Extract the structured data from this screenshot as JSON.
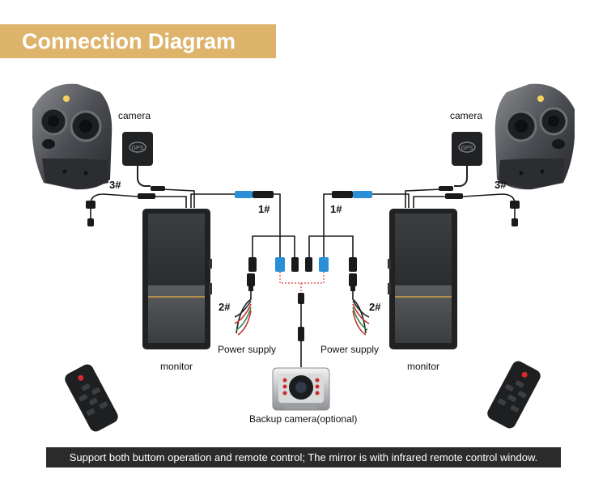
{
  "title": "Connection Diagram",
  "labels": {
    "camera_left": "camera",
    "camera_right": "camera",
    "monitor_left": "monitor",
    "monitor_right": "monitor",
    "power_left": "Power supply",
    "power_right": "Power supply",
    "backup_camera": "Backup camera(optional)"
  },
  "cable_numbers": {
    "one_left": "1#",
    "one_right": "1#",
    "two_left": "2#",
    "two_right": "2#",
    "three_left": "3#",
    "three_right": "3#"
  },
  "gps_badge": "GPS",
  "footer": "Support both buttom operation and remote control; The mirror is with infrared remote control window.",
  "colors": {
    "banner": "#deb46c",
    "footer_bg": "#2b2b2b",
    "connector_blue": "#2a8fd6",
    "dashed_red": "#e03a3a"
  }
}
